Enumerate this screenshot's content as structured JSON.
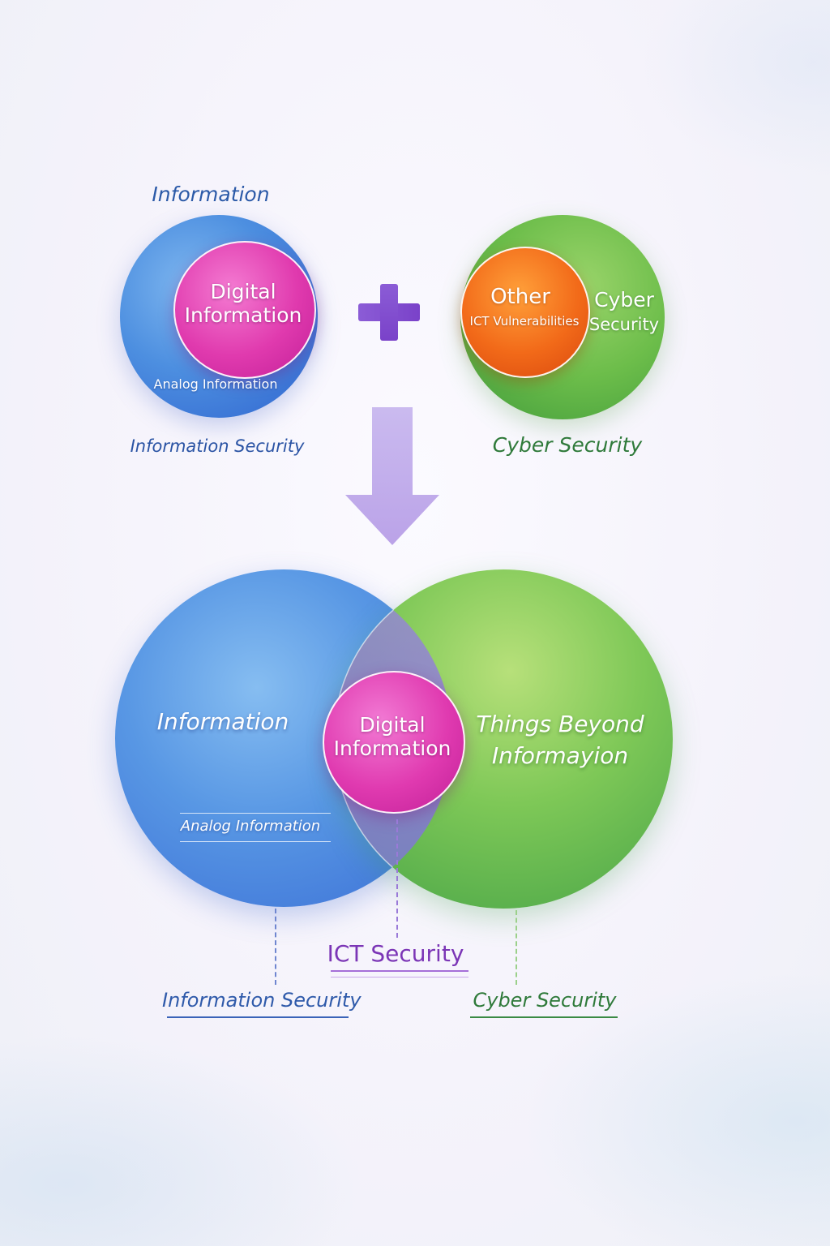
{
  "top_left": {
    "title": "Information",
    "inner_label": "Digital\nInformation",
    "outer_label": "Analog Information",
    "caption": "Information Security"
  },
  "top_right": {
    "inner_label": "Other",
    "inner_sublabel": "ICT Vulnerabilities",
    "outer_label_line1": "Cyber",
    "outer_label_line2": "Security",
    "caption": "Cyber Security"
  },
  "venn": {
    "left_label": "Information",
    "left_sublabel": "Analog Information",
    "center_label": "Digital\nInformation",
    "right_label": "Things Beyond\nInformayion"
  },
  "bottom_labels": {
    "left": "Information Security",
    "center": "ICT Security",
    "right": "Cyber Security"
  },
  "colors": {
    "information_blue": "#4d8fe0",
    "digital_magenta": "#e03aae",
    "other_orange": "#f26a19",
    "cyber_green": "#6cbd4a",
    "operator_purple": "#8b5cd6",
    "ict_purple": "#7b35b6"
  },
  "icons": {
    "operator": "plus-icon",
    "flow": "down-arrow-icon"
  }
}
